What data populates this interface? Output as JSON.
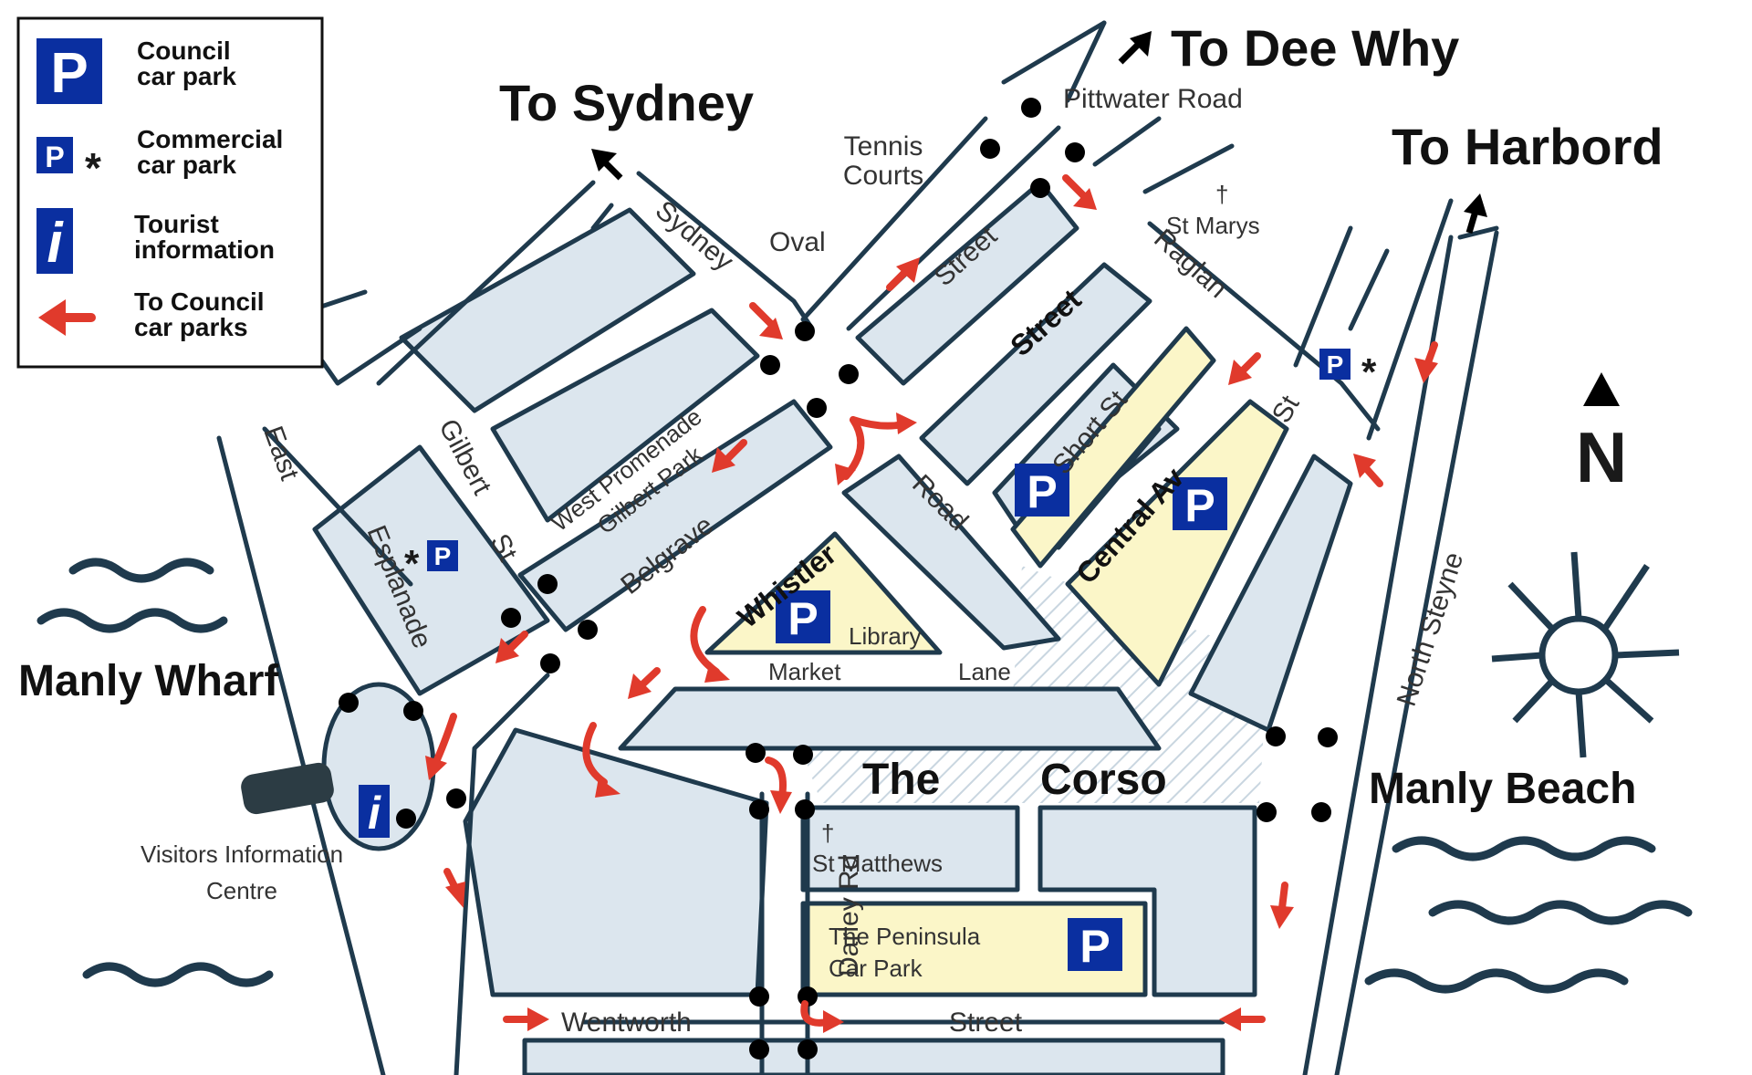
{
  "legend": {
    "council_label": "Council\ncar park",
    "commercial_label": "Commercial\ncar park",
    "tourist_label": "Tourist\ninformation",
    "to_council_label": "To Council\ncar parks",
    "p_symbol": "P",
    "i_symbol": "i",
    "asterisk": "*"
  },
  "destinations": {
    "sydney": "To Sydney",
    "dee_why": "To Dee Why",
    "harbord": "To Harbord"
  },
  "places": {
    "manly_wharf": "Manly Wharf",
    "manly_beach": "Manly Beach",
    "visitors_centre_1": "Visitors Information",
    "visitors_centre_2": "Centre",
    "tennis_1": "Tennis",
    "tennis_2": "Courts",
    "oval": "Oval",
    "st_marys": "St Marys",
    "st_matthews": "St Matthews",
    "library": "Library",
    "peninsula_1": "The Peninsula",
    "peninsula_2": "Car Park",
    "cross": "†"
  },
  "streets": {
    "pittwater_road": "Pittwater Road",
    "sydney_road_1": "Sydney",
    "sydney_road_2": "Road",
    "street_1": "Street",
    "street_2": "Street",
    "raglan_1": "Raglan",
    "raglan_2": "St",
    "west_promenade": "West  Promenade",
    "gilbert_park": "Gilbert Park",
    "belgrave": "Belgrave",
    "whistler": "Whistler",
    "gilbert_1": "Gilbert",
    "gilbert_2": "St",
    "east_1": "East",
    "esplanade": "Esplanade",
    "short_st": "Short St",
    "central_av": "Central Av",
    "north_steyne": "North  Steyne",
    "market": "Market",
    "lane": "Lane",
    "the": "The",
    "corso": "Corso",
    "darley_rd": "Darley Rd",
    "wentworth": "Wentworth",
    "wentworth_street": "Street"
  },
  "compass": {
    "north": "N"
  },
  "colors": {
    "block": "#dce6ee",
    "outline": "#1f3a4d",
    "yellow_zone": "#fbf6c8",
    "parking_blue": "#0a2fa0",
    "red_arrow": "#e03a2c"
  }
}
